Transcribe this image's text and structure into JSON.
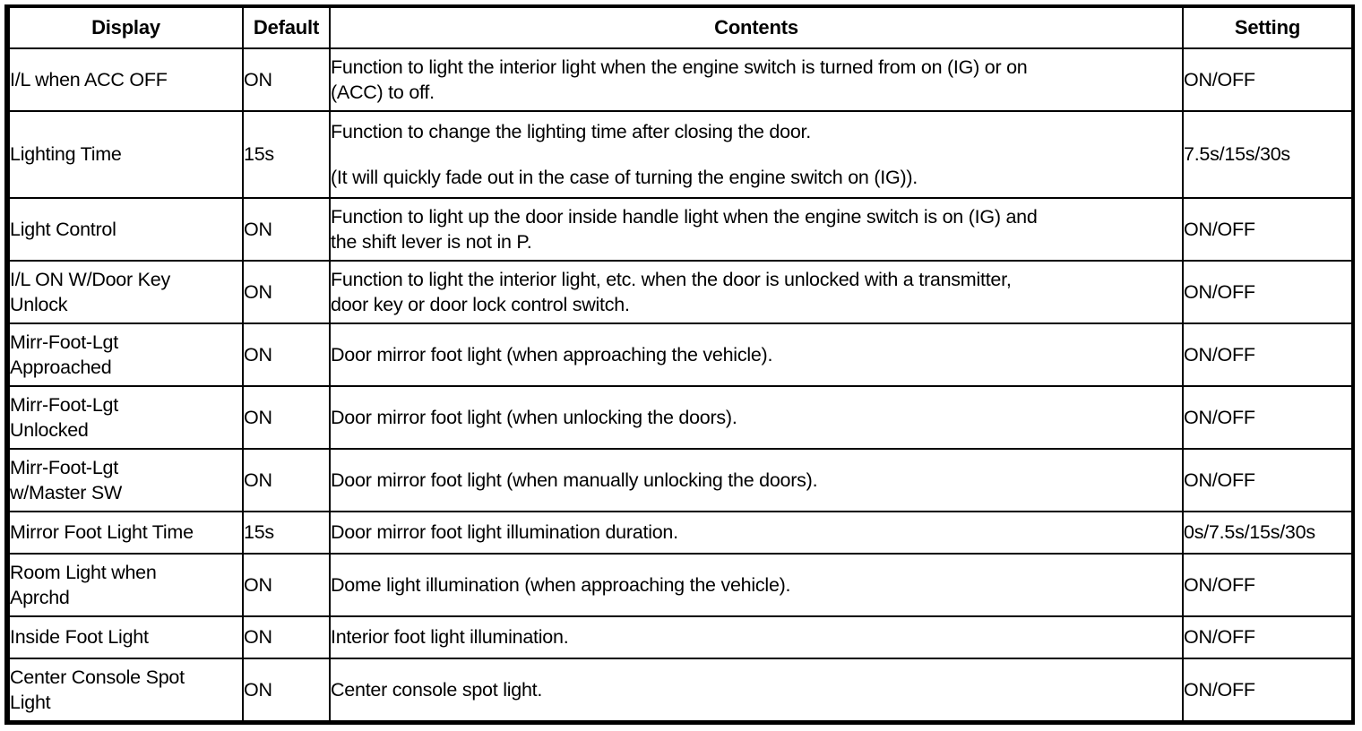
{
  "table": {
    "headers": [
      {
        "key": "display",
        "label": "Display"
      },
      {
        "key": "default",
        "label": "Default"
      },
      {
        "key": "contents",
        "label": "Contents"
      },
      {
        "key": "setting",
        "label": "Setting"
      }
    ],
    "rows": [
      {
        "display_line1": "I/L when ACC OFF",
        "display_line2": "",
        "default": "ON",
        "contents_line1": "Function to light the interior light when the engine switch is turned from on (IG) or on",
        "contents_line2": "(ACC) to off.",
        "contents_line3": "",
        "setting": "ON/OFF"
      },
      {
        "display_line1": "Lighting Time",
        "display_line2": "",
        "default": "15s",
        "contents_line1": "Function to change the lighting time after closing the door.",
        "contents_line2": "",
        "contents_line3": "(It will quickly fade out in the case of turning the engine switch on (IG)).",
        "setting": "7.5s/15s/30s"
      },
      {
        "display_line1": "Light Control",
        "display_line2": "",
        "default": "ON",
        "contents_line1": "Function to light up the door inside handle light when the engine switch is on (IG) and",
        "contents_line2": "the shift lever is not in P.",
        "contents_line3": "",
        "setting": "ON/OFF"
      },
      {
        "display_line1": "I/L ON W/Door Key",
        "display_line2": "Unlock",
        "default": "ON",
        "contents_line1": "Function to light the interior light, etc. when the door is unlocked with a transmitter,",
        "contents_line2": "door key or door lock control switch.",
        "contents_line3": "",
        "setting": "ON/OFF"
      },
      {
        "display_line1": "Mirr-Foot-Lgt",
        "display_line2": "Approached",
        "default": "ON",
        "contents_line1": "Door mirror foot light (when approaching the vehicle).",
        "contents_line2": "",
        "contents_line3": "",
        "setting": "ON/OFF"
      },
      {
        "display_line1": "Mirr-Foot-Lgt",
        "display_line2": "Unlocked",
        "default": "ON",
        "contents_line1": "Door mirror foot light (when unlocking the doors).",
        "contents_line2": "",
        "contents_line3": "",
        "setting": "ON/OFF"
      },
      {
        "display_line1": "Mirr-Foot-Lgt",
        "display_line2": "w/Master SW",
        "default": "ON",
        "contents_line1": "Door mirror foot light (when manually unlocking the doors).",
        "contents_line2": "",
        "contents_line3": "",
        "setting": "ON/OFF"
      },
      {
        "display_line1": "Mirror Foot Light Time",
        "display_line2": "",
        "default": "15s",
        "contents_line1": "Door mirror foot light illumination duration.",
        "contents_line2": "",
        "contents_line3": "",
        "setting": "0s/7.5s/15s/30s"
      },
      {
        "display_line1": "Room Light when",
        "display_line2": "Aprchd",
        "default": "ON",
        "contents_line1": "Dome light illumination (when approaching the vehicle).",
        "contents_line2": "",
        "contents_line3": "",
        "setting": "ON/OFF"
      },
      {
        "display_line1": "Inside Foot Light",
        "display_line2": "",
        "default": "ON",
        "contents_line1": "Interior foot light illumination.",
        "contents_line2": "",
        "contents_line3": "",
        "setting": "ON/OFF"
      },
      {
        "display_line1": "Center Console Spot",
        "display_line2": "Light",
        "default": "ON",
        "contents_line1": "Center console spot light.",
        "contents_line2": "",
        "contents_line3": "",
        "setting": "ON/OFF"
      }
    ]
  },
  "colors": {
    "background": "#ffffff",
    "text": "#000000",
    "border": "#000000"
  }
}
